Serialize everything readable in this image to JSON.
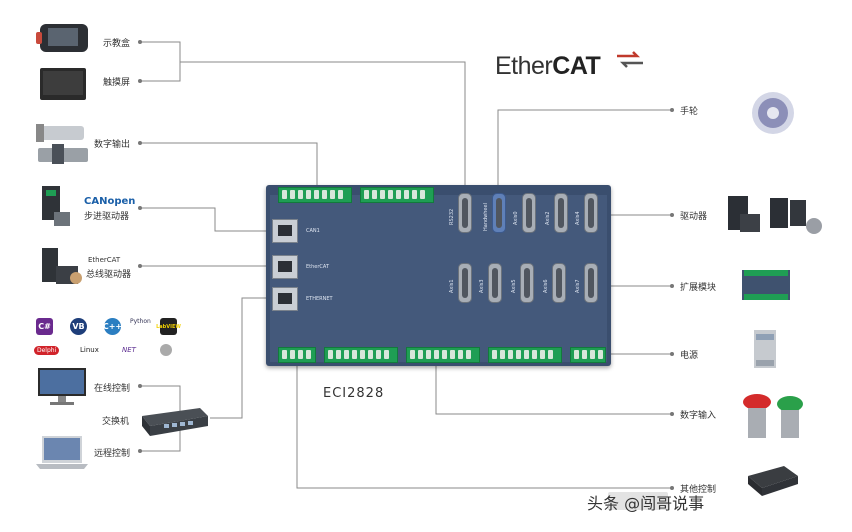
{
  "logo": {
    "brand_plain": "Ether",
    "brand_bold": "CAT"
  },
  "model": "ECI2828",
  "left_labels": {
    "teach_pendant": "示教盒",
    "touchscreen": "触摸屏",
    "digital_output": "数字输出",
    "canopen_small": "CANopen",
    "stepper_driver": "步进驱动器",
    "ethercat_small": "EtherCAT",
    "bus_driver": "总线驱动器",
    "online_control": "在线控制",
    "switch": "交换机",
    "remote_control": "远程控制"
  },
  "right_labels": {
    "handwheel": "手轮",
    "driver": "驱动器",
    "expansion_module": "扩展模块",
    "power": "电源",
    "digital_input": "数字输入",
    "other_control": "其他控制"
  },
  "board": {
    "port_can": "CAN1",
    "port_ethercat": "EtherCAT",
    "port_ethernet": "ETHERNET",
    "db_labels": [
      "RS232",
      "Handwheel",
      "Axis0",
      "Axis2",
      "Axis4"
    ],
    "db_labels_row2": [
      "Axis1",
      "Axis3",
      "Axis5",
      "Axis6",
      "Axis7"
    ]
  },
  "languages": [
    "C#",
    "VB",
    "C++",
    "Python",
    "LabVIEW",
    "Delphi",
    "Linux",
    "NET",
    "Mac"
  ],
  "watermark": "头条 @闯哥说事",
  "colors": {
    "board": "#3a4e6e",
    "terminal": "#1f9e54",
    "line": "#8a8a8a"
  }
}
